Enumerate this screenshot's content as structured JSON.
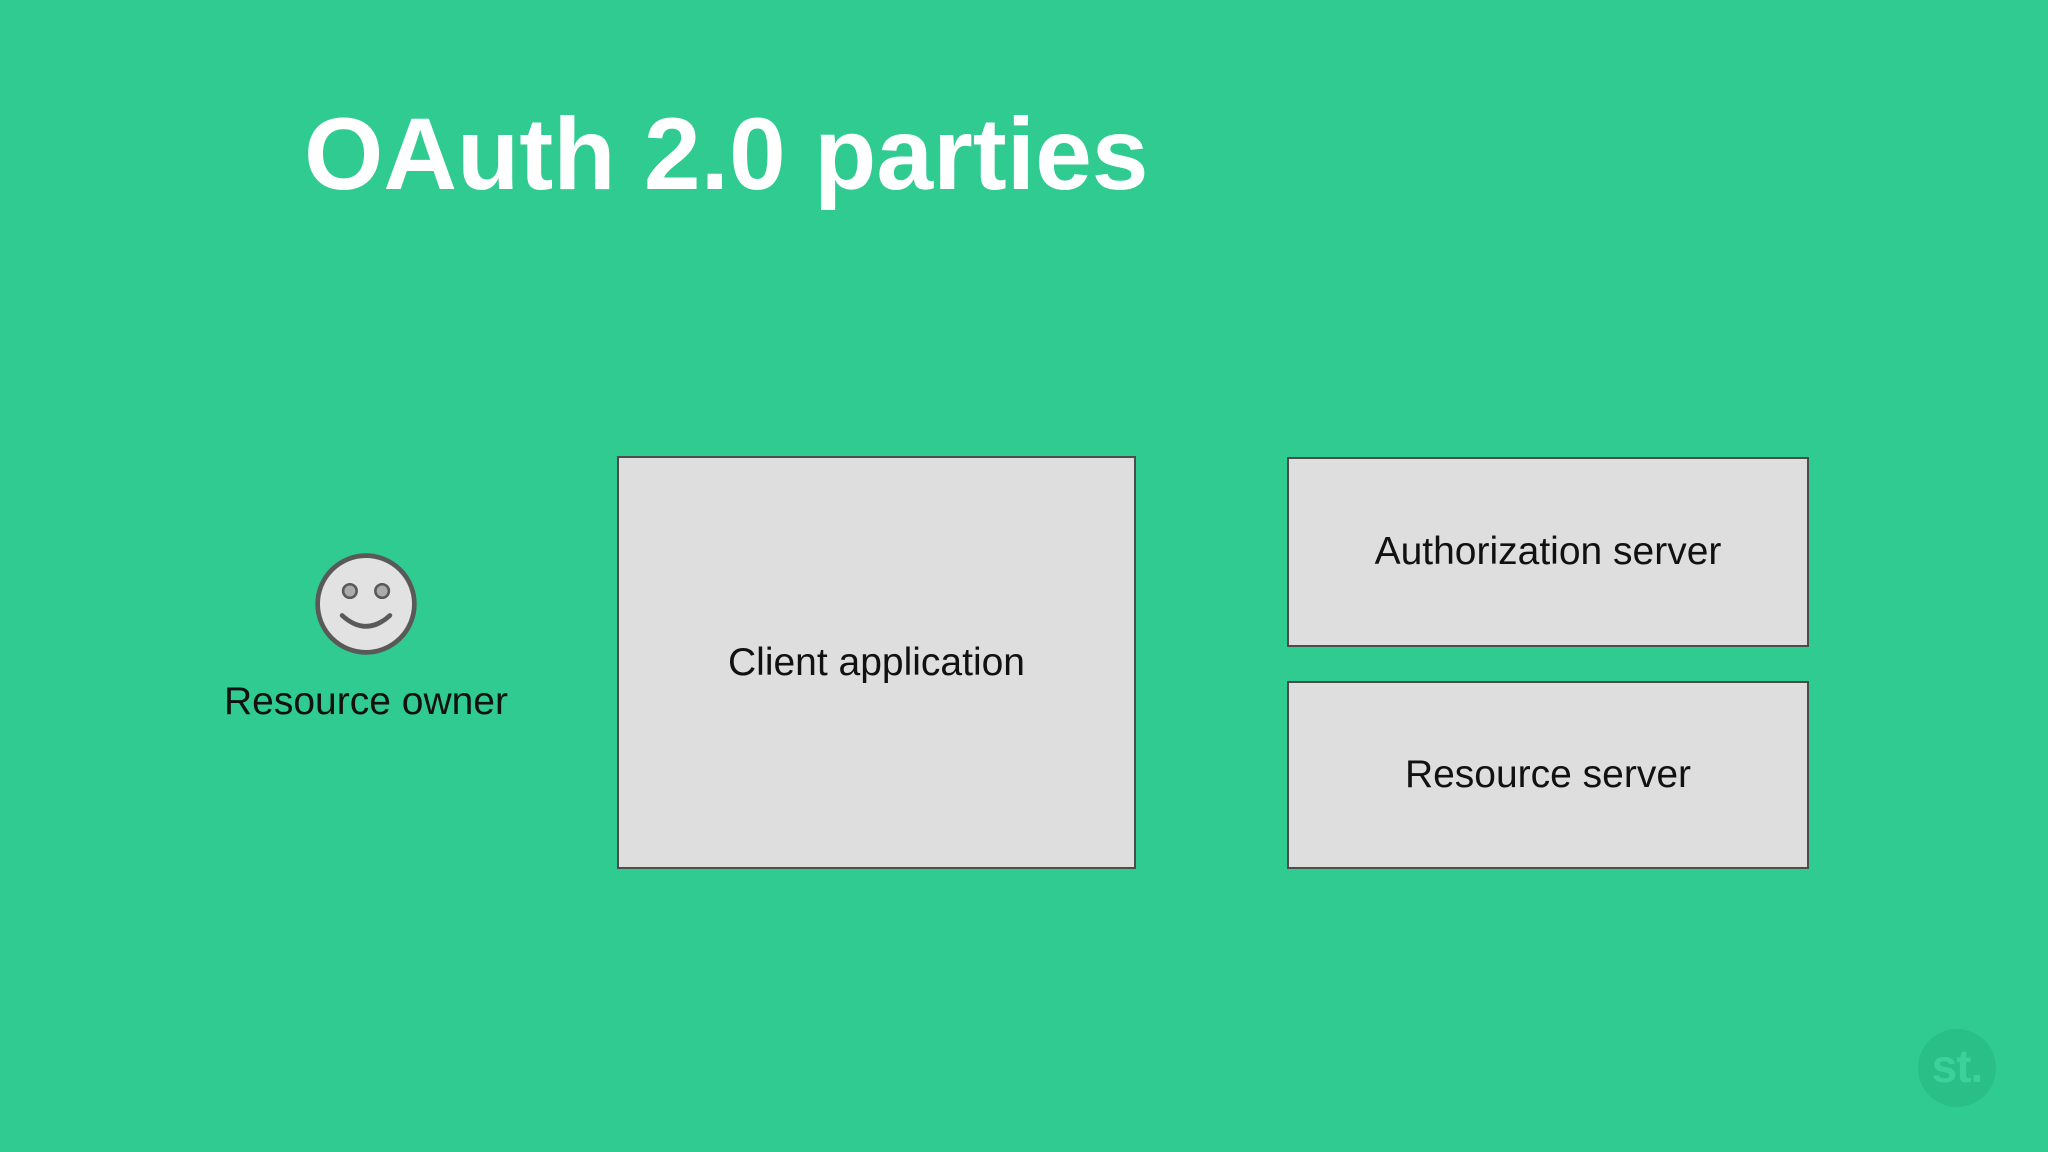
{
  "slide": {
    "title": "OAuth 2.0 parties",
    "resource_owner": {
      "label": "Resource owner",
      "icon": "smiley-face-icon"
    },
    "client_application": {
      "label": "Client application"
    },
    "authorization_server": {
      "label": "Authorization server"
    },
    "resource_server": {
      "label": "Resource server"
    },
    "watermark": {
      "text": "st.",
      "icon": "st-logo-badge"
    }
  },
  "colors": {
    "background_green": "#2fcb90",
    "title_white": "#ffffff",
    "text_black": "#111111",
    "box_fill": "#dedede",
    "box_border": "#4c4c4c",
    "smiley_fill": "#e2e2e2",
    "smiley_stroke": "#595959",
    "smiley_eye_fill": "#ababab",
    "watermark_circle": "#2abf87",
    "watermark_text": "#3dd09b"
  }
}
